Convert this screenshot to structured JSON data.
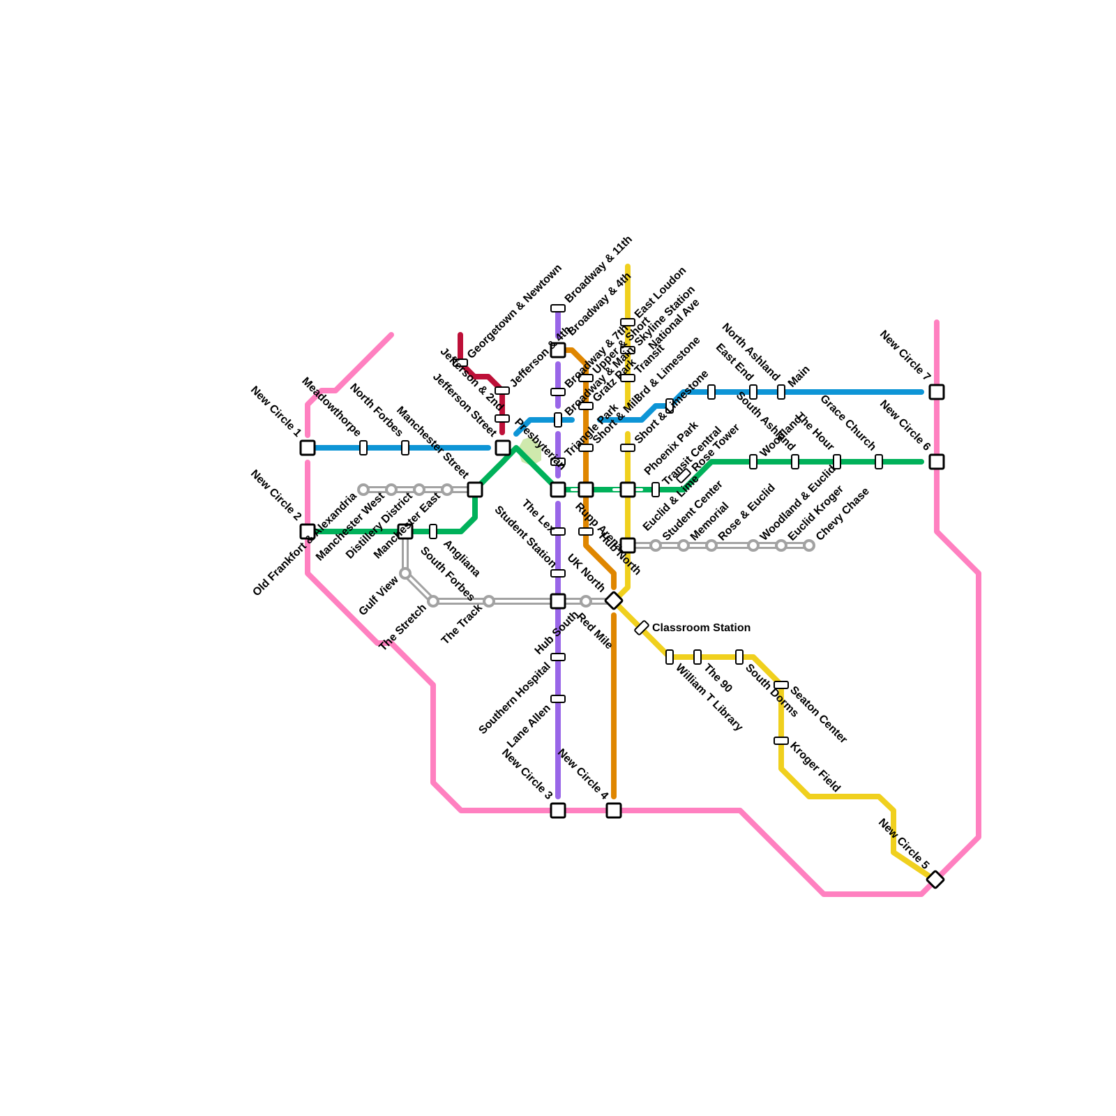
{
  "map": {
    "line_colors": {
      "pink": "#ff80c0",
      "blue": "#0e95d6",
      "green": "#00b15a",
      "gray": "#a2a2a2",
      "red": "#bd1038",
      "purple": "#9966e8",
      "orange": "#df8600",
      "yellow": "#f0d01e",
      "park": "#cfe9ad"
    },
    "station_labels": {
      "new_circle_1": "New Circle 1",
      "new_circle_2": "New Circle 2",
      "new_circle_3": "New Circle 3",
      "new_circle_4": "New Circle 4",
      "new_circle_5": "New Circle 5",
      "new_circle_6": "New Circle 6",
      "new_circle_7": "New Circle 7",
      "meadowthorpe": "Meadowthorpe",
      "north_forbes": "North Forbes",
      "manchester_street": "Manchester Street",
      "jefferson_street": "Jefferson Street",
      "jefferson_2nd": "Jefferson & 2nd",
      "georgetown_newtown": "Georgetown & Newtown",
      "jefferson_4th": "Jefferson & 4th",
      "presbyterian": "Presbyterian",
      "broadway_11th": "Broadway & 11th",
      "broadway_7th": "Broadway & 7th",
      "broadway_4th": "Broadway & 4th",
      "broadway_main": "Broadway & Main",
      "upper_short": "Upper & Short",
      "gratz_park": "Gratz Park",
      "triangle_park": "Triangle Park",
      "short_mill": "Short & Mill",
      "east_loudon": "East Loudon",
      "skyline_station": "Skyline Station",
      "national_ave": "National Ave",
      "transit": "Transit",
      "third_limestone": "3rd & Limestone",
      "short_limestone": "Short & Limestone",
      "north_ashland": "North Ashland",
      "east_end": "East End",
      "south_ashland": "South Ashland",
      "main": "Main",
      "grace_church": "Grace Church",
      "phoenix_park": "Phoenix Park",
      "transit_central": "Transit Central",
      "rose_tower": "Rose Tower",
      "woodland": "Woodland",
      "the_hour": "The Hour",
      "euclid_lime": "Euclid & Lime",
      "student_center": "Student Center",
      "memorial": "Memorial",
      "rose_euclid": "Rose & Euclid",
      "woodland_euclid": "Woodland & Euclid",
      "euclid_kroger": "Euclid Kroger",
      "chevy_chase": "Chevy Chase",
      "old_frankfort_alexandria": "Old Frankfort & Alexandria",
      "manchester_west": "Manchester West",
      "distillery_district": "Distillery District",
      "manchester_east": "Manchester East",
      "angliana": "Angliana",
      "gulf_view": "Gulf View",
      "south_forbes": "South Forbes",
      "the_stretch": "The Stretch",
      "the_track": "The Track",
      "student_station": "Student Station",
      "the_lex": "The Lex",
      "rupp_arena": "Rupp Arena",
      "uk_north": "UK North",
      "hub_north": "Hub North",
      "hub_south": "Hub South",
      "red_mile": "Red Mile",
      "southern_hospital": "Southern Hospital",
      "lane_allen": "Lane Allen",
      "classroom_station": "Classroom Station",
      "william_t_library": "William T Library",
      "the_90": "The 90",
      "south_dorms": "South Dorms",
      "seaton_center": "Seaton Center",
      "kroger_field": "Kroger Field"
    }
  }
}
